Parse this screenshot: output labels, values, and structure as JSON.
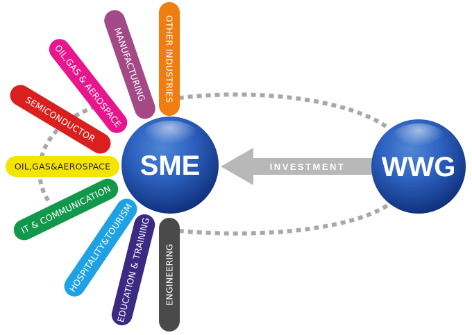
{
  "hub": {
    "label": "SME"
  },
  "source": {
    "label": "WWG"
  },
  "flow": {
    "label": "INVESTMENT"
  },
  "sectors": [
    {
      "id": "other-industries",
      "label": "OTHER INDUSTRIES",
      "color": "#ef7d10"
    },
    {
      "id": "manufacturing",
      "label": "MANUFACTURING",
      "color": "#a34a86"
    },
    {
      "id": "oil-gas-aerospace-1",
      "label": "OIL,GAS & AEROSPACE",
      "color": "#e8168c"
    },
    {
      "id": "semiconductor",
      "label": "SEMICONDUCTOR",
      "color": "#d9201f"
    },
    {
      "id": "oil-gas-aerospace-2",
      "label": "OIL,GAS&AEROSPACE",
      "color": "#f4e500"
    },
    {
      "id": "it-communication",
      "label": "IT & COMMUNICATION",
      "color": "#12984a"
    },
    {
      "id": "hospitality-tourism",
      "label": "HOSPITALITY&TOURISM",
      "color": "#1ea2e4"
    },
    {
      "id": "education-training",
      "label": "EDUCATION & TRAINING",
      "color": "#3a2a82"
    },
    {
      "id": "engineering",
      "label": "ENGINEERING",
      "color": "#4a4a4a"
    }
  ],
  "colors": {
    "orb_light": "#4f86d6",
    "orb_dark": "#0f2f7a",
    "arrow": "#b8b8b8",
    "dotted_path": "#a8a8a8"
  }
}
